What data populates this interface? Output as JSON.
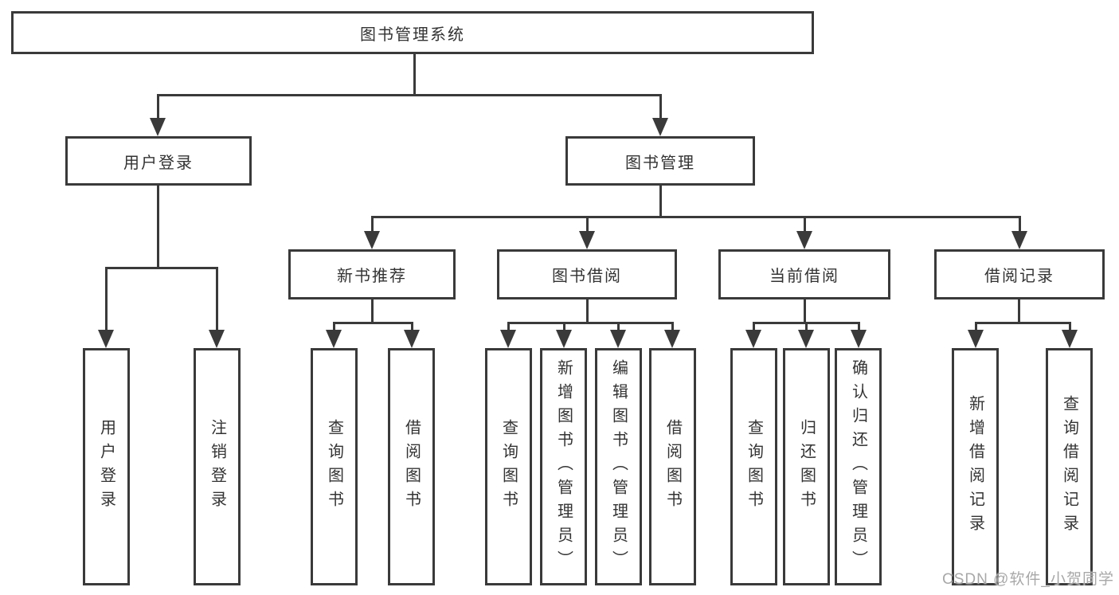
{
  "diagram": {
    "root": "图书管理系统",
    "user_login_branch": {
      "label": "用户登录",
      "children": {
        "login": "用户登录",
        "logout": "注销登录"
      }
    },
    "book_mgmt_branch": {
      "label": "图书管理",
      "new_book": {
        "label": "新书推荐",
        "children": {
          "query": "查询图书",
          "borrow": "借阅图书"
        }
      },
      "book_borrow": {
        "label": "图书借阅",
        "children": {
          "query": "查询图书",
          "add": "新增图书（管理员）",
          "edit": "编辑图书（管理员）",
          "borrow": "借阅图书"
        }
      },
      "current_borrow": {
        "label": "当前借阅",
        "children": {
          "query": "查询图书",
          "return": "归还图书",
          "confirm": "确认归还（管理员）"
        }
      },
      "borrow_record": {
        "label": "借阅记录",
        "children": {
          "add": "新增借阅记录",
          "query": "查询借阅记录"
        }
      }
    }
  },
  "watermark": "CSDN @软件_小贺同学",
  "colors": {
    "line": "#3a3a3a",
    "text": "#333333",
    "watermark": "#a8a8a8",
    "background": "#ffffff"
  }
}
